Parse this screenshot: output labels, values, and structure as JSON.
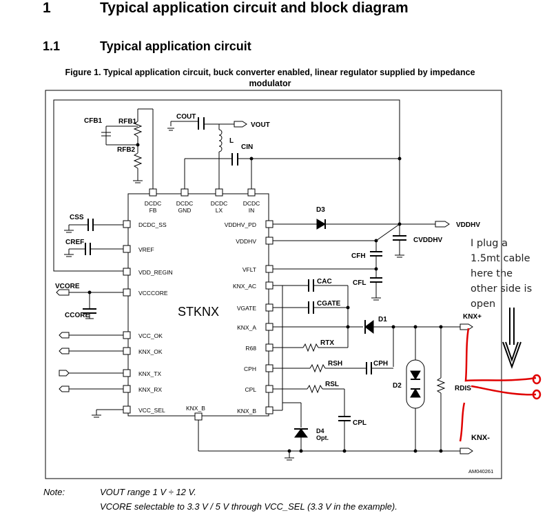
{
  "heading1": {
    "number": "1",
    "title": "Typical application circuit and block diagram"
  },
  "heading2": {
    "number": "1.1",
    "title": "Typical application circuit"
  },
  "figure_caption": "Figure 1. Typical application circuit, buck converter enabled, linear regulator supplied by impedance modulator",
  "chip": {
    "name": "STKNX",
    "top_pins": [
      "DCDC\nFB",
      "DCDC\nGND",
      "DCDC\nLX",
      "DCDC\nIN"
    ],
    "left_pins": [
      "DCDC_SS",
      "VREF",
      "VDD_REGIN",
      "VCCCORE",
      "VCC_OK",
      "KNX_OK",
      "KNX_TX",
      "KNX_RX",
      "VCC_SEL"
    ],
    "right_pins": [
      "VDDHV_PD",
      "VDDHV",
      "VFLT",
      "KNX_AC",
      "VGATE",
      "KNX_A",
      "R68",
      "CPH",
      "CPL",
      "KNX_B"
    ],
    "bottom_pins": [
      "KNX_B"
    ]
  },
  "components": {
    "cfb1": "CFB1",
    "rfb1": "RFB1",
    "rfb2": "RFB2",
    "cout": "COUT",
    "vout": "VOUT",
    "l": "L",
    "cin": "CIN",
    "css": "CSS",
    "cref": "CREF",
    "vcore": "VCORE",
    "ccore": "CCORE",
    "d3": "D3",
    "vddhv": "VDDHV",
    "cvddhv": "CVDDHV",
    "cfh": "CFH",
    "cfl": "CFL",
    "cac": "CAC",
    "cgate": "CGATE",
    "d1": "D1",
    "knx_plus": "KNX+",
    "rtx": "RTX",
    "rsh": "RSH",
    "cph": "CPH",
    "rsl": "RSL",
    "d2": "D2",
    "rdis": "RDIS",
    "cpl": "CPL",
    "d4": "D4\nOpt.",
    "knx_minus": "KNX-",
    "ref_code": "AM040261"
  },
  "note": {
    "label": "Note:",
    "line1": "VOUT range 1 V ÷ 12 V.",
    "line2": "VCORE selectable to 3.3 V / 5 V through VCC_SEL (3.3 V in the example)."
  },
  "annotation": {
    "text": "I plug a 1.5mt cable here the other side is open",
    "color": "#e00000"
  }
}
